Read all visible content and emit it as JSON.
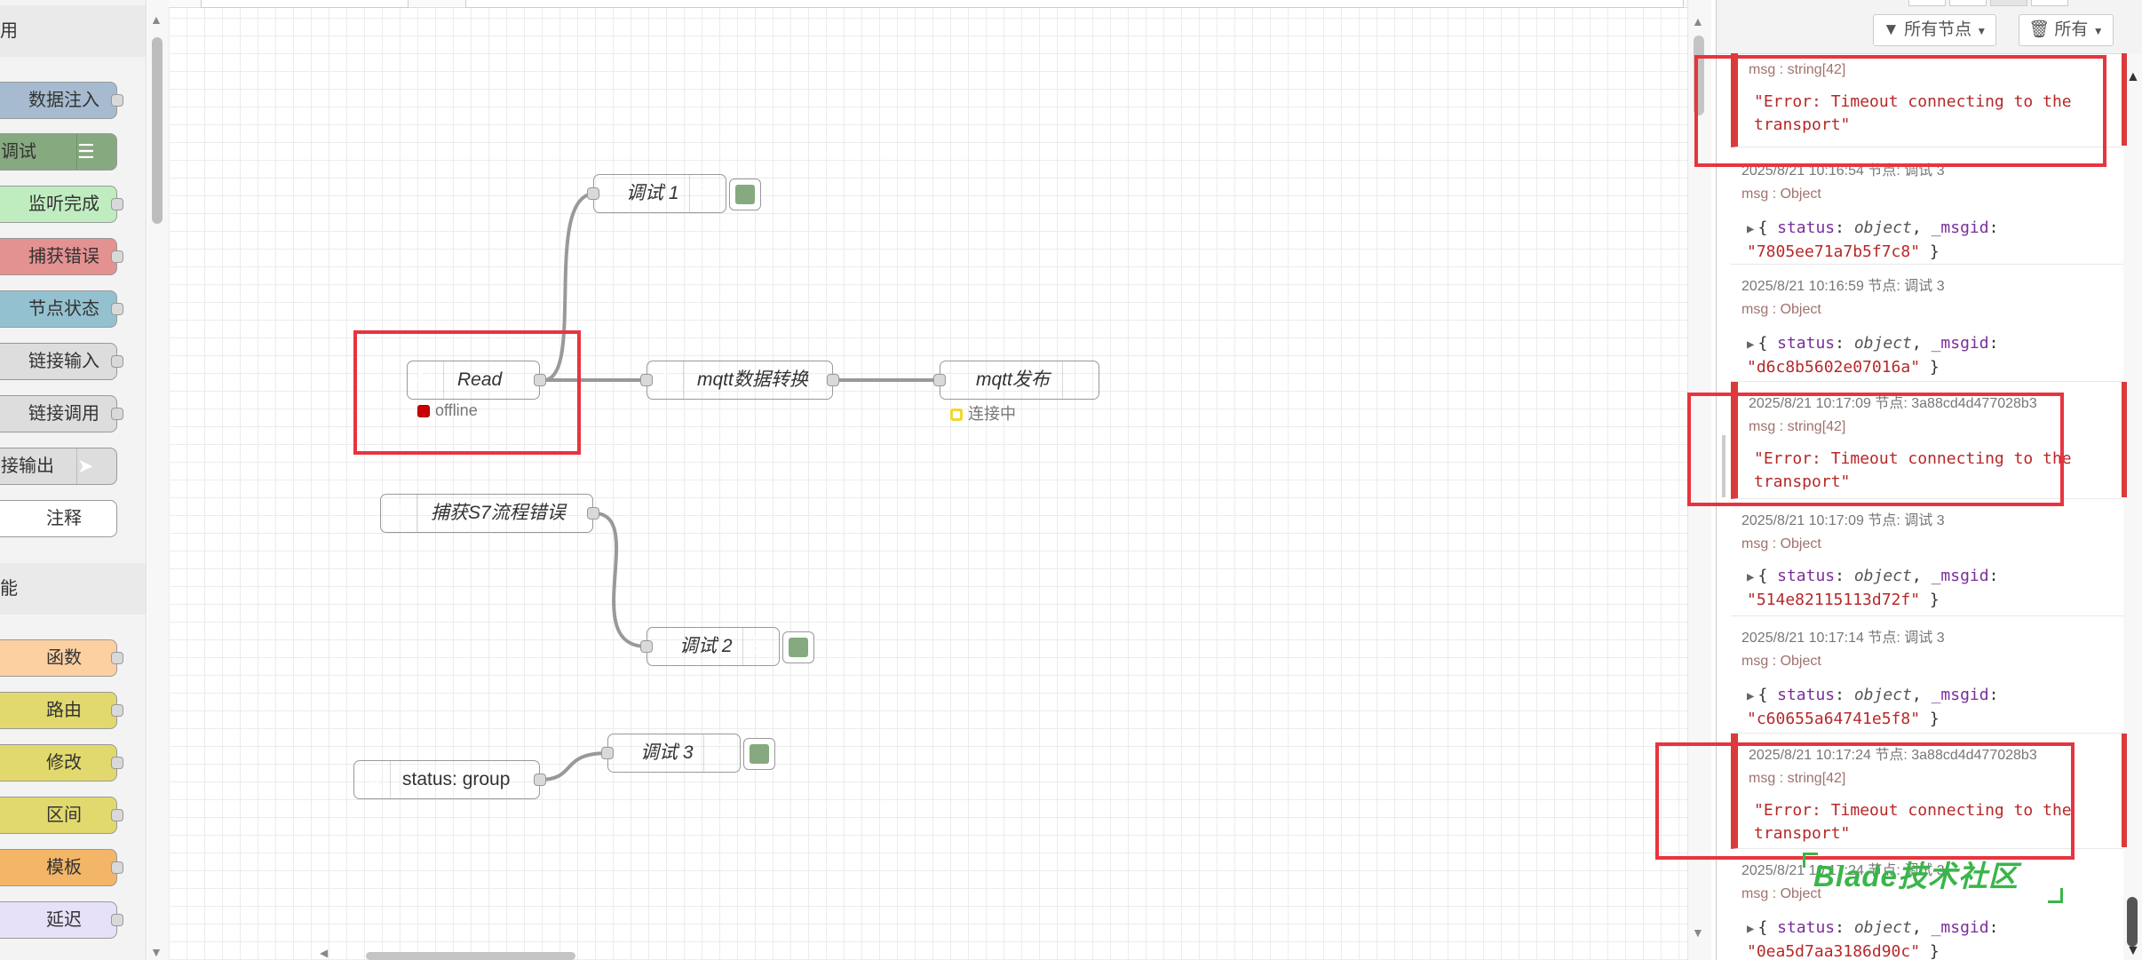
{
  "palette": {
    "categories": [
      "用",
      "能"
    ],
    "nodes": [
      {
        "label": "数据注入",
        "color": "#a6bbcf"
      },
      {
        "label": "调试",
        "color": "#87a980"
      },
      {
        "label": "监听完成",
        "color": "#c0edc0"
      },
      {
        "label": "捕获错误",
        "color": "#e49191"
      },
      {
        "label": "节点状态",
        "color": "#94c1d0"
      },
      {
        "label": "链接输入",
        "color": "#dddddd"
      },
      {
        "label": "链接调用",
        "color": "#dddddd"
      },
      {
        "label": "接输出",
        "color": "#dddddd"
      },
      {
        "label": "注释",
        "color": "#ffffff"
      },
      {
        "label": "函数",
        "color": "#fdd0a2"
      },
      {
        "label": "路由",
        "color": "#e2d96e"
      },
      {
        "label": "修改",
        "color": "#e2d96e"
      },
      {
        "label": "区间",
        "color": "#e2d96e"
      },
      {
        "label": "模板",
        "color": "#f3b567"
      },
      {
        "label": "延迟",
        "color": "#e6e0f8"
      }
    ]
  },
  "flow": {
    "nodes": {
      "read": {
        "label": "Read",
        "color": "#3fadb5",
        "status": "offline",
        "status_color": "#cc0000"
      },
      "debug1": {
        "label": "调试 1",
        "color": "#87a980"
      },
      "mqtt_convert": {
        "label": "mqtt数据转换",
        "color": "#fdd0a2"
      },
      "mqtt_publish": {
        "label": "mqtt发布",
        "color": "#d8bfd8",
        "status": "连接中",
        "status_color": "#f3d631"
      },
      "catch_s7": {
        "label": "捕获S7流程错误",
        "color": "#e49191"
      },
      "debug2": {
        "label": "调试 2",
        "color": "#87a980"
      },
      "status_group": {
        "label": "status: group",
        "color": "#94c1d0"
      },
      "debug3": {
        "label": "调试 3",
        "color": "#87a980"
      }
    }
  },
  "sidebar": {
    "filter_nodes_label": "所有节点",
    "clear_label": "所有",
    "messages": [
      {
        "meta": "",
        "type": "msg : string[42]",
        "kind": "str",
        "lines": [
          "\"Error: Timeout connecting to the",
          "transport\""
        ]
      },
      {
        "meta": "2025/8/21 10:16:54   节点: 调试 3",
        "type": "msg : Object",
        "kind": "obj",
        "msgid_1": "\"7805ee71a7b5f7c8\""
      },
      {
        "meta": "2025/8/21 10:16:59   节点: 调试 3",
        "type": "msg : Object",
        "kind": "obj",
        "msgid_1": "\"d6c8b5602e07016a\""
      },
      {
        "meta": "2025/8/21 10:17:09   节点: 3a88cd4d477028b3",
        "type": "msg : string[42]",
        "kind": "str",
        "lines": [
          "\"Error: Timeout connecting to the",
          "transport\""
        ]
      },
      {
        "meta": "2025/8/21 10:17:09   节点: 调试 3",
        "type": "msg : Object",
        "kind": "obj",
        "msgid_1": "\"514e82115113d72f\""
      },
      {
        "meta": "2025/8/21 10:17:14   节点: 调试 3",
        "type": "msg : Object",
        "kind": "obj",
        "msgid_1": "\"c60655a64741e5f8\""
      },
      {
        "meta": "2025/8/21 10:17:24   节点: 3a88cd4d477028b3",
        "type": "msg : string[42]",
        "kind": "str",
        "lines": [
          "\"Error: Timeout connecting to the",
          "transport\""
        ]
      },
      {
        "meta": "2025/8/21 10:17:24   节点: 调试 3",
        "type": "msg : Object",
        "kind": "obj",
        "msgid_1": "\"0ea5d7aa3186d90c\""
      }
    ],
    "obj_key_status": "status",
    "obj_val_object": "object",
    "obj_key_msgid": "_msgid"
  },
  "watermark": "Blade技术社区"
}
